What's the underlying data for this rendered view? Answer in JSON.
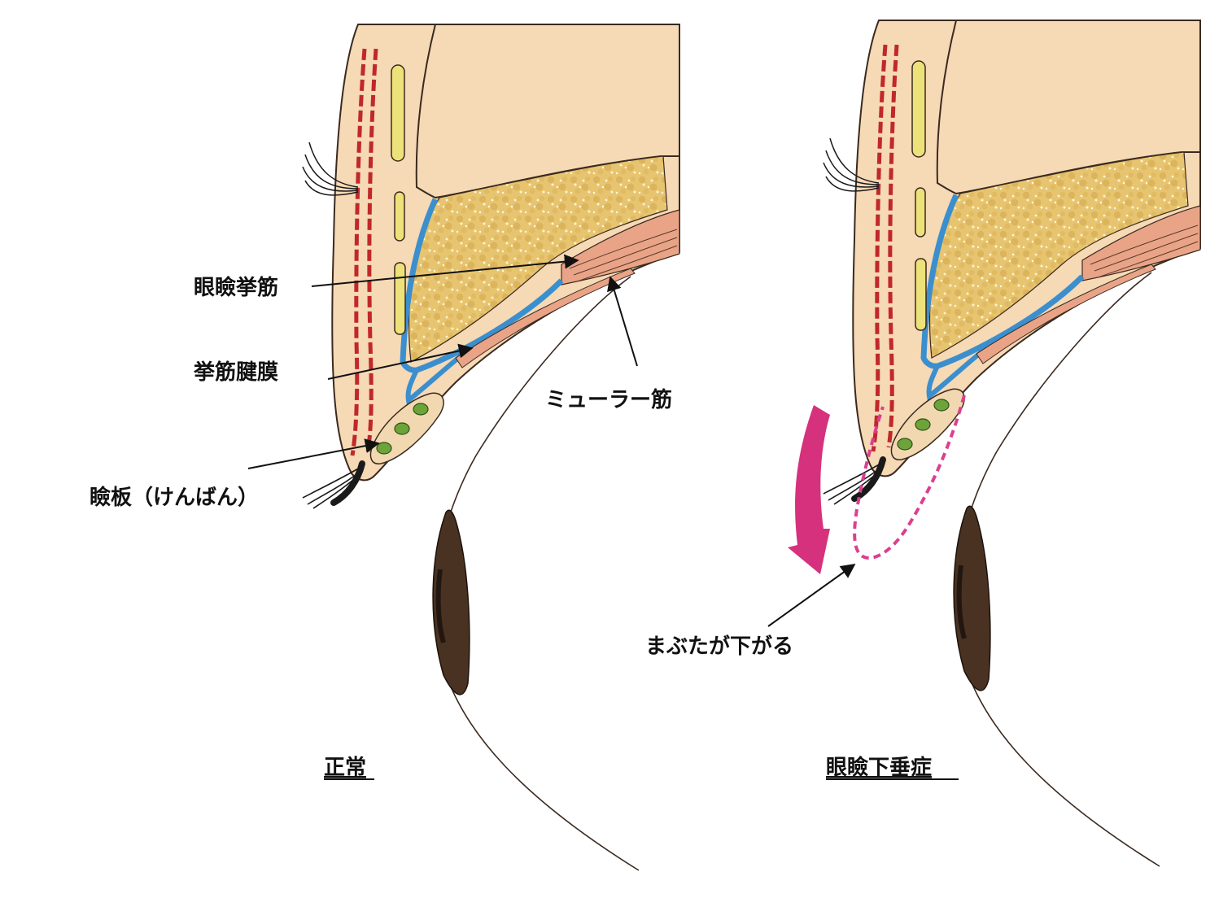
{
  "labels": {
    "levator_muscle": "眼瞼挙筋",
    "levator_aponeurosis": "挙筋腱膜",
    "muller_muscle": "ミューラー筋",
    "tarsus": "瞼板（けんばん）",
    "eyelid_droops": "まぶたが下がる"
  },
  "captions": {
    "normal": "正常",
    "ptosis": "眼瞼下垂症"
  },
  "colors": {
    "skin": "#f6d9b5",
    "skin_outline": "#3a2a20",
    "orbicularis": "#c0282a",
    "fat": "#e7c570",
    "fat_dots": "#fdf3d4",
    "aponeurosis": "#3b8fce",
    "muscle": "#e9a487",
    "fat_pad": "#ede27a",
    "tarsal_gland": "#6da43a",
    "iris": "#4a3222",
    "droop_arrow": "#d6317d",
    "droop_outline": "#dc3f8f"
  }
}
